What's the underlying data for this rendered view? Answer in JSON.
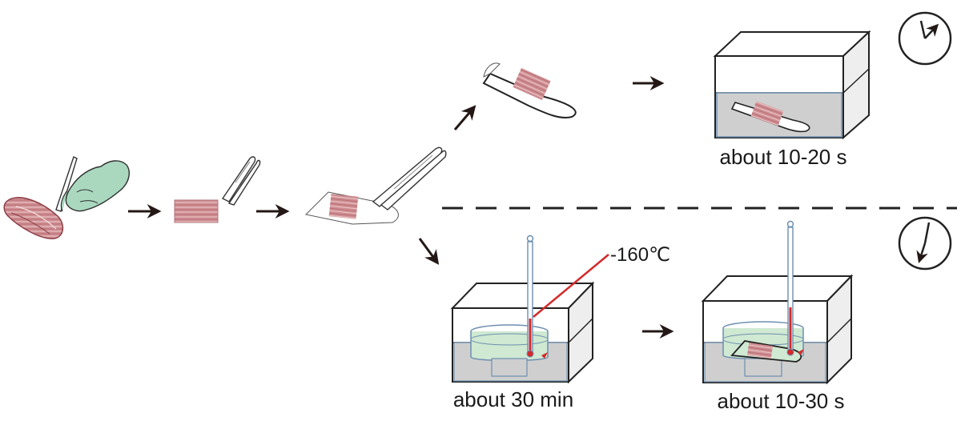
{
  "labels": {
    "top_time": "about 10-20 s",
    "bottom_left_time": "about 30 min",
    "bottom_right_time": "about 10-30 s",
    "temperature": "-160℃"
  },
  "colors": {
    "tissue": "#c9868a",
    "tissue_dark": "#9c4e55",
    "glove": "#a9d8bf",
    "liquid_gray": "#cfcfcf",
    "liquid_green": "#cfe9d2",
    "beaker_blue": "#6d8fb0",
    "thermometer_red": "#d32a2a",
    "arrow": "#231815"
  },
  "icons": [
    "muscle-tissue-icon",
    "gloved-hand-scalpel-icon",
    "tweezers-icon",
    "foil-tube-icon",
    "freezer-box-icon",
    "clock-icon",
    "thermometer-icon"
  ]
}
